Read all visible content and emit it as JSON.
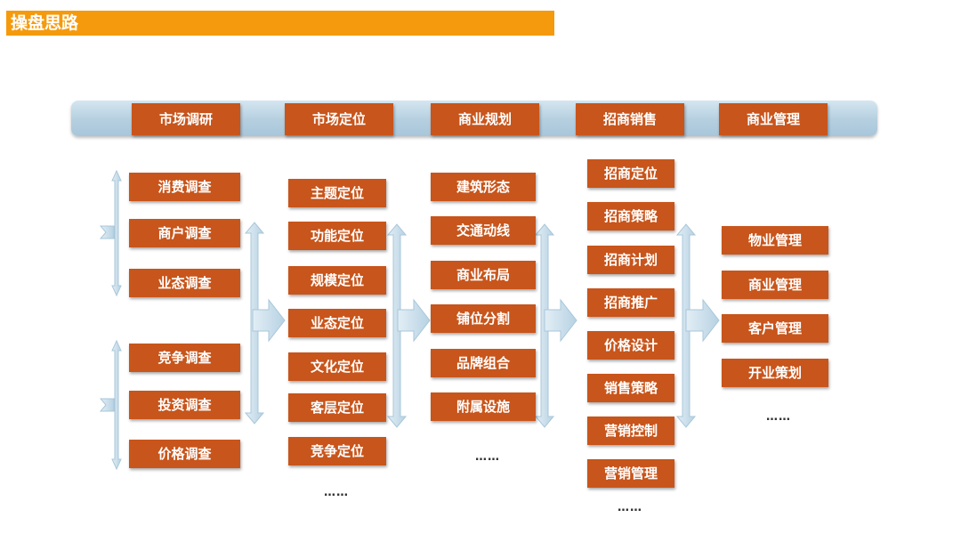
{
  "title": "操盘思路",
  "colors": {
    "title_bar": "#f59a0c",
    "box": "#c8551b",
    "band": "#b5cfe0",
    "arrow": "#cfe3ef"
  },
  "stages": [
    "市场调研",
    "市场定位",
    "商业规划",
    "招商销售",
    "商业管理"
  ],
  "columns": {
    "research_group_1": [
      "消费调查",
      "商户调查",
      "业态调查"
    ],
    "research_group_2": [
      "竞争调查",
      "投资调查",
      "价格调查"
    ],
    "positioning": [
      "主题定位",
      "功能定位",
      "规模定位",
      "业态定位",
      "文化定位",
      "客层定位",
      "竞争定位"
    ],
    "planning": [
      "建筑形态",
      "交通动线",
      "商业布局",
      "铺位分割",
      "品牌组合",
      "附属设施"
    ],
    "leasing": [
      "招商定位",
      "招商策略",
      "招商计划",
      "招商推广",
      "价格设计",
      "销售策略",
      "营销控制",
      "营销管理"
    ],
    "management": [
      "物业管理",
      "商业管理",
      "客户管理",
      "开业策划"
    ]
  },
  "ellipsis": "……"
}
